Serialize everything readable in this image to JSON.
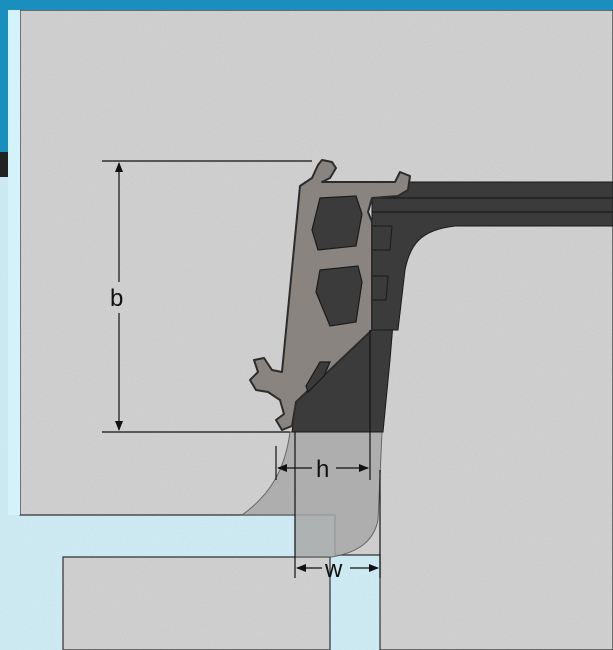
{
  "dimensions": {
    "b": "b",
    "h": "h",
    "w": "w"
  },
  "colors": {
    "header_bar": "#1a8fbd",
    "light_blue": "#d4f2fa",
    "concrete": "#d6d6d6",
    "profile_gray": "#8a8480",
    "profile_outline": "#2c2c2c",
    "dark_gasket": "#3b3b3b",
    "translucent_gasket": "#a9a9a9"
  }
}
